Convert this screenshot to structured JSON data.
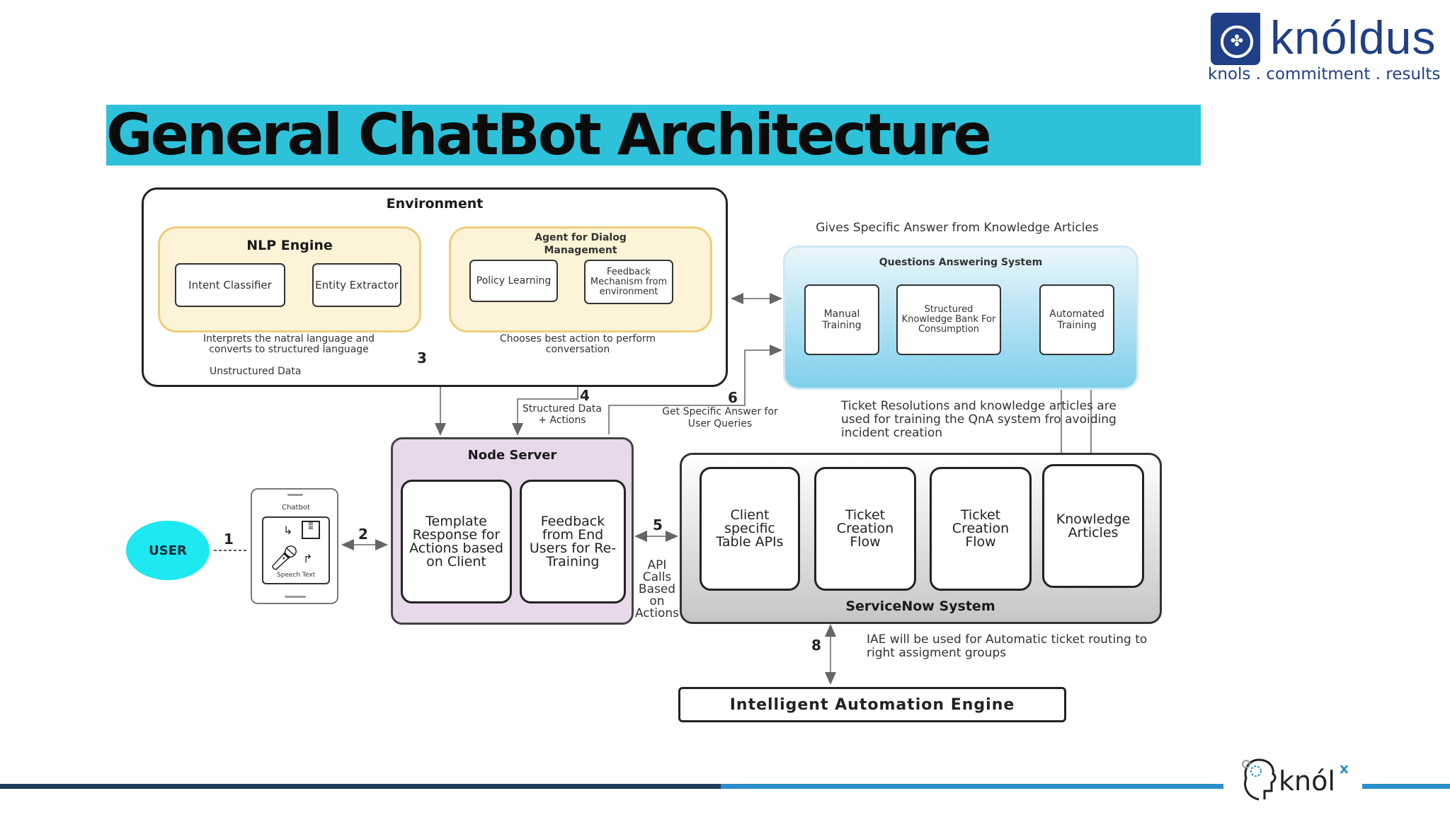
{
  "brand": {
    "name": "knóldus",
    "tagline": "knols . commitment . results",
    "footer_logo": "knól",
    "footer_logo_sup": "x",
    "colors": {
      "primary": "#1f3f86",
      "accent": "#2ec2da",
      "footer_dark": "#1f3b5c",
      "footer_light": "#2b8ecb"
    }
  },
  "slide": {
    "title": "General ChatBot Architecture"
  },
  "diagram": {
    "environment": {
      "title": "Environment",
      "nlp_engine": {
        "title": "NLP Engine",
        "intent_classifier": "Intent Classifier",
        "entity_extractor": "Entity Extractor",
        "caption": "Interprets the natral language and converts to structured language"
      },
      "dialog_agent": {
        "title": "Agent for Dialog Management",
        "policy_learning": "Policy Learning",
        "feedback_mechanism": "Feedback Mechanism from environment",
        "caption": "Chooses best action to perform conversation"
      },
      "unstructured_data": "Unstructured Data"
    },
    "qna": {
      "caption": "Gives Specific Answer from Knowledge Articles",
      "title": "Questions Answering System",
      "manual_training": "Manual Training",
      "knowledge_bank": "Structured Knowledge Bank For Consumption",
      "automated_training": "Automated Training"
    },
    "node_server": {
      "title": "Node Server",
      "template_response": "Template Response for Actions based on Client",
      "feedback_users": "Feedback from End Users for Re-Training"
    },
    "servicenow": {
      "title": "ServiceNow System",
      "client_apis": "Client specific Table APIs",
      "ticket_flow_1": "Ticket Creation Flow",
      "ticket_flow_2": "Ticket Creation Flow",
      "knowledge_articles": "Knowledge Articles"
    },
    "iae": {
      "title": "Intelligent Automation Engine",
      "caption": "IAE will be used for Automatic ticket routing to right assigment groups"
    },
    "user": "USER",
    "phone": {
      "header": "Chatbot",
      "footer": "Speech Text"
    },
    "edges": {
      "e1": "1",
      "e2": "2",
      "e3": "3",
      "e4": "4",
      "e4_label": "Structured Data + Actions",
      "e5": "5",
      "e5_label": "API Calls Based on Actions",
      "e6": "6",
      "e6_label": "Get Specific Answer for User Queries",
      "e8": "8",
      "ticket_resolutions": "Ticket Resolutions and knowledge articles are used for training the QnA system fro avoiding incident creation"
    }
  }
}
